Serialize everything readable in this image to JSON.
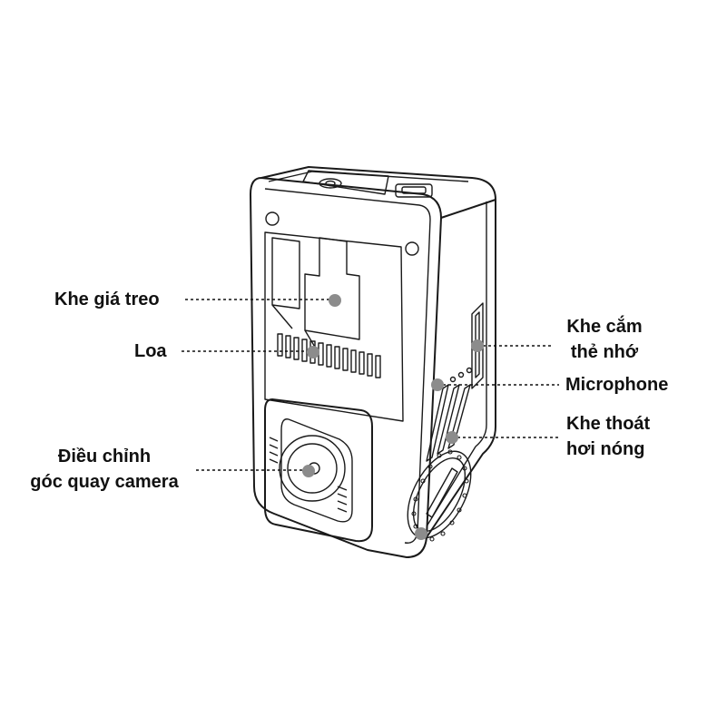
{
  "labels": {
    "mount_slot": "Khe giá treo",
    "speaker": "Loa",
    "angle_adjust_line1": "Điều chỉnh",
    "angle_adjust_line2": "góc quay camera",
    "card_slot_line1": "Khe cắm",
    "card_slot_line2": "thẻ nhớ",
    "microphone": "Microphone",
    "vent_line1": "Khe thoát",
    "vent_line2": "hơi nóng"
  },
  "colors": {
    "outline": "#1a1a1a",
    "marker_dot": "#8c8c8c",
    "label_text": "#111111"
  }
}
